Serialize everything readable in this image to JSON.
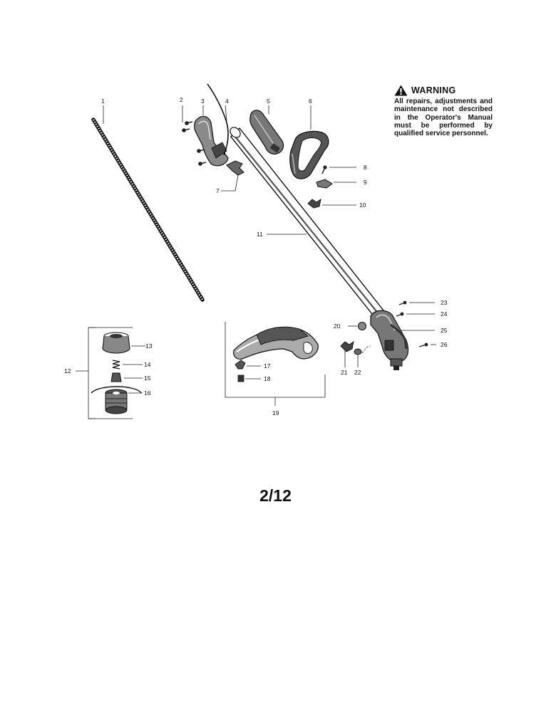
{
  "warning": {
    "title": "WARNING",
    "icon": "warning-triangle-icon",
    "text": "All repairs, adjustments and maintenance not described in the Operator's Manual must be performed by qualified service personnel."
  },
  "page_number": "2/12",
  "callouts": [
    "1",
    "2",
    "3",
    "4",
    "5",
    "6",
    "7",
    "8",
    "9",
    "10",
    "11",
    "12",
    "13",
    "14",
    "15",
    "16",
    "17",
    "18",
    "19",
    "20",
    "21",
    "22",
    "23",
    "24",
    "25",
    "26"
  ]
}
